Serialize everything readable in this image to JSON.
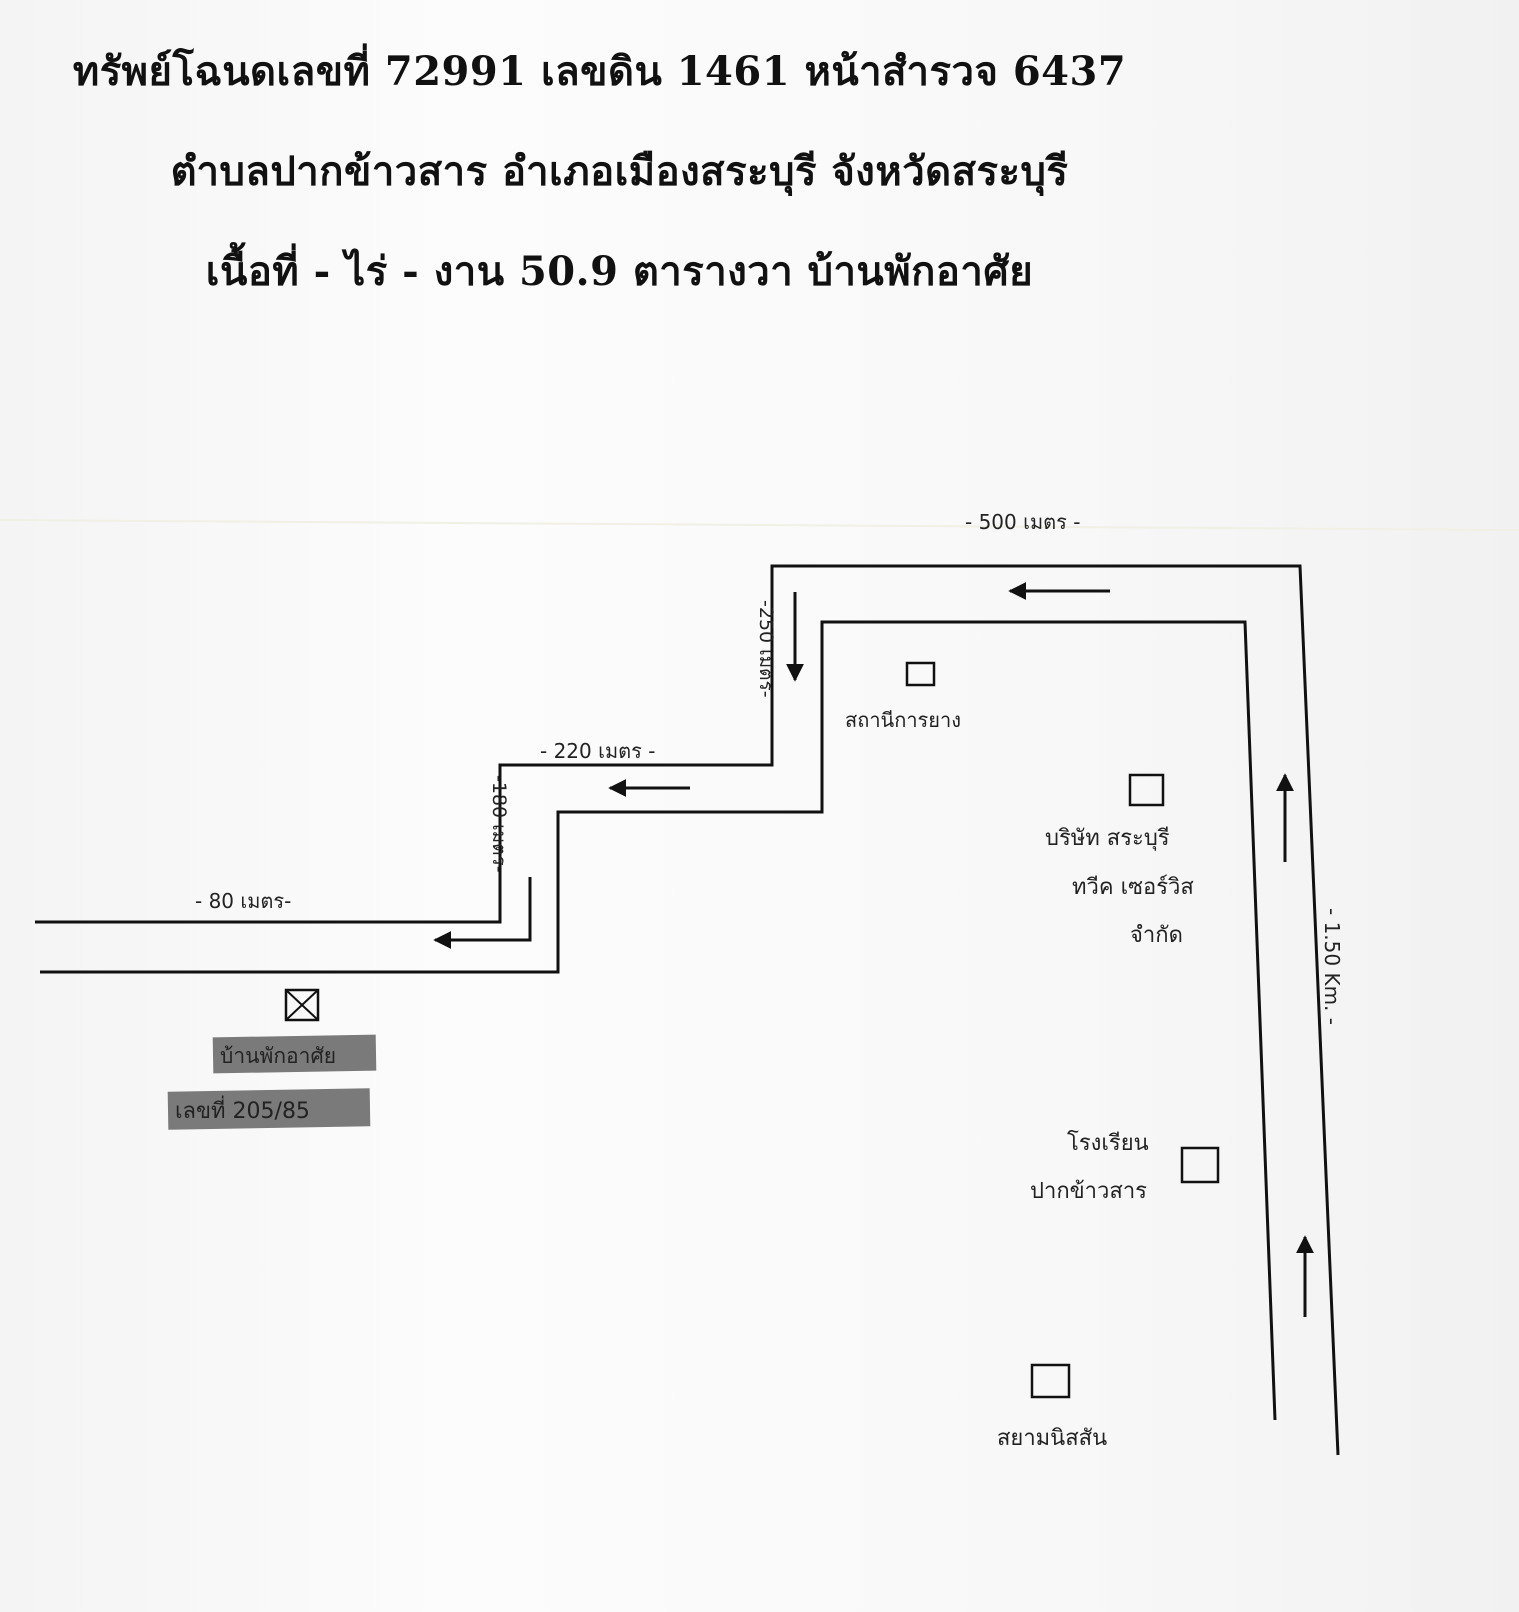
{
  "header": {
    "line1": "ทรัพย์โฉนดเลขที่ 72991 เลขดิน 1461 หน้าสำรวจ 6437",
    "line2": "ตำบลปากข้าวสาร  อำเภอเมืองสระบุรี   จังหวัดสระบุรี",
    "line3": "เนื้อที่  -  ไร่  - งาน 50.9 ตารางวา บ้านพักอาศัย"
  },
  "map": {
    "distances": {
      "top_road": "- 500 เมตร -",
      "segment_250": "-250 เมตร-",
      "segment_220": "- 220 เมตร -",
      "segment_180": "-180 เมตร-",
      "segment_80": "- 80 เมตร-",
      "main_road": "- 1.50 Km. -"
    },
    "landmarks": {
      "station": "สถานีการยาง",
      "company_l1": "บริษัท  สระบุรี",
      "company_l2": "ทวีค  เซอร์วิส",
      "company_l3": "จำกัด",
      "school_l1": "โรงเรียน",
      "school_l2": "ปากข้าวสาร",
      "siam": "สยามนิสสัน",
      "property_name": "บ้านพักอาศัย",
      "property_number": "เลขที่  205/85"
    },
    "icons": {
      "property_marker": "x-box-icon",
      "landmark_marker": "square-icon",
      "direction": "arrow-icon"
    }
  }
}
